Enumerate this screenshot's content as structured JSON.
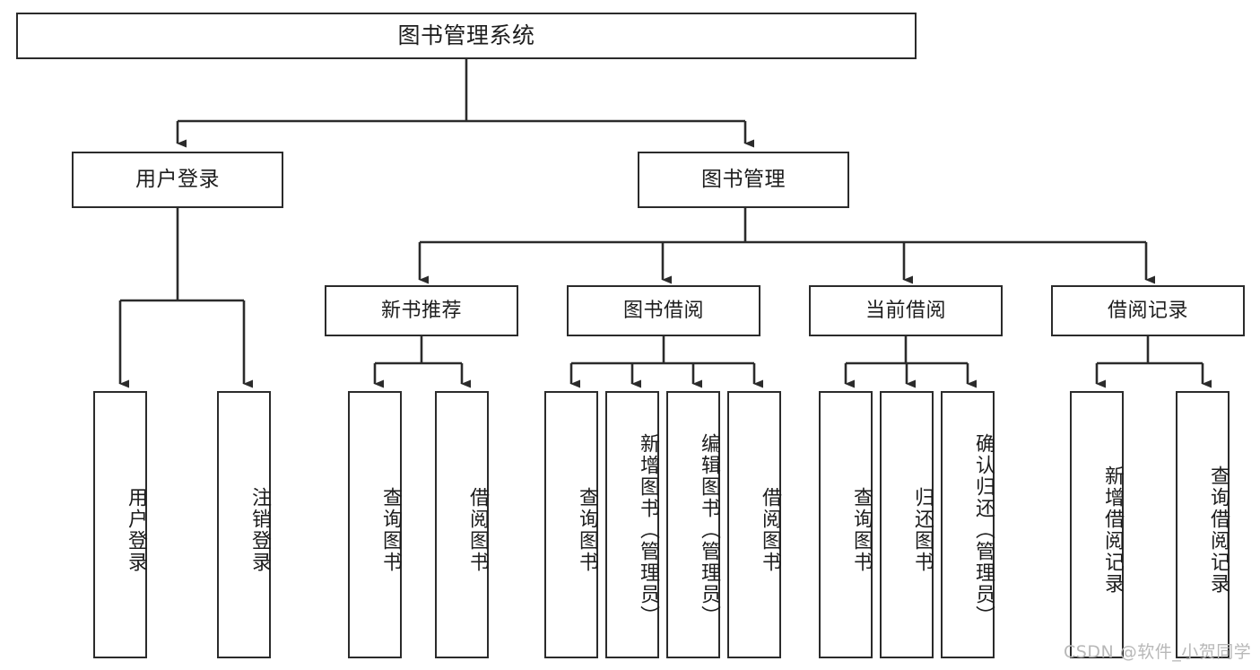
{
  "diagram": {
    "title": "图书管理系统",
    "type": "tree-hierarchy",
    "root": {
      "label": "图书管理系统"
    },
    "level1": [
      {
        "label": "用户登录"
      },
      {
        "label": "图书管理"
      }
    ],
    "level2": [
      {
        "label": "新书推荐",
        "parent": "图书管理"
      },
      {
        "label": "图书借阅",
        "parent": "图书管理"
      },
      {
        "label": "当前借阅",
        "parent": "图书管理"
      },
      {
        "label": "借阅记录",
        "parent": "图书管理"
      }
    ],
    "leaves": {
      "user_login": [
        {
          "label": "用户登录"
        },
        {
          "label": "注销登录"
        }
      ],
      "new_book_recommend": [
        {
          "label": "查询图书"
        },
        {
          "label": "借阅图书"
        }
      ],
      "book_borrow": [
        {
          "label": "查询图书"
        },
        {
          "label": "新增图书（管理员）"
        },
        {
          "label": "编辑图书（管理员）"
        },
        {
          "label": "借阅图书"
        }
      ],
      "current_borrow": [
        {
          "label": "查询图书"
        },
        {
          "label": "归还图书"
        },
        {
          "label": "确认归还（管理员）"
        }
      ],
      "borrow_record": [
        {
          "label": "新增借阅记录"
        },
        {
          "label": "查询借阅记录"
        }
      ]
    }
  },
  "watermark": {
    "text": "CSDN @软件_小贺同学"
  },
  "colors": {
    "stroke": "#2b2b2b",
    "fill": "#ffffff",
    "text": "#1d1d1d",
    "watermark": "#b8b8b8"
  }
}
